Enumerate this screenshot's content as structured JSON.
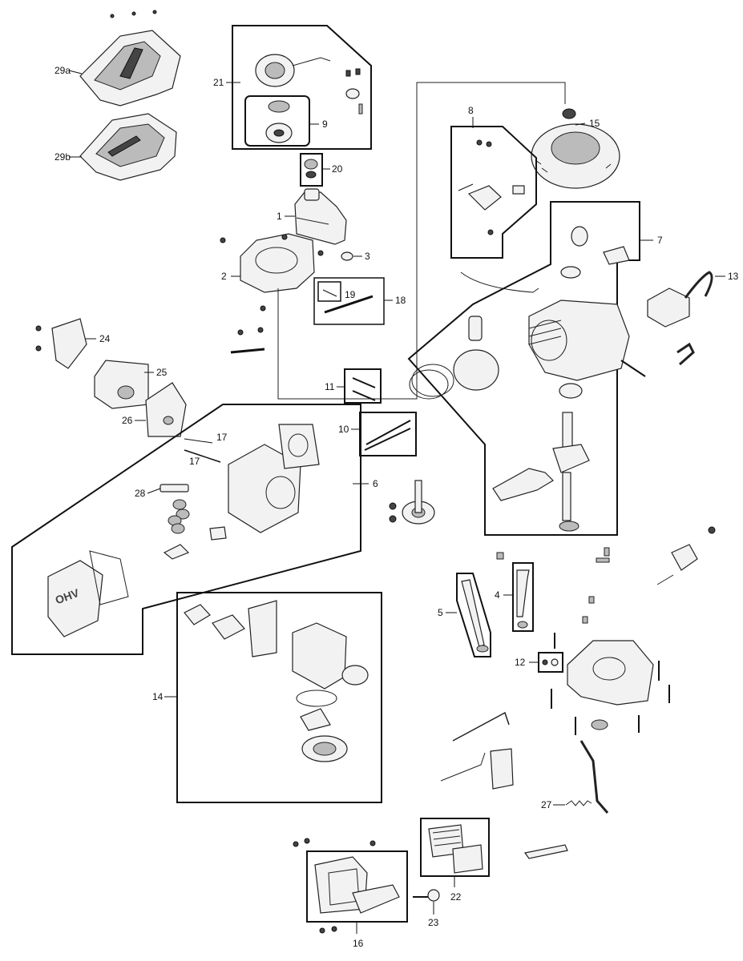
{
  "callouts": {
    "c1": "1",
    "c2": "2",
    "c3": "3",
    "c4": "4",
    "c5": "5",
    "c6": "6",
    "c7": "7",
    "c8": "8",
    "c9": "9",
    "c10": "10",
    "c11": "11",
    "c12": "12",
    "c13": "13",
    "c14": "14",
    "c15": "15",
    "c16": "16",
    "c17a": "17",
    "c17b": "17",
    "c18": "18",
    "c19": "19",
    "c20": "20",
    "c21": "21",
    "c22": "22",
    "c23": "23",
    "c24": "24",
    "c25": "25",
    "c26": "26",
    "c27": "27",
    "c28": "28",
    "c29a": "29a",
    "c29b": "29b"
  },
  "head_cover_text": "OHV"
}
